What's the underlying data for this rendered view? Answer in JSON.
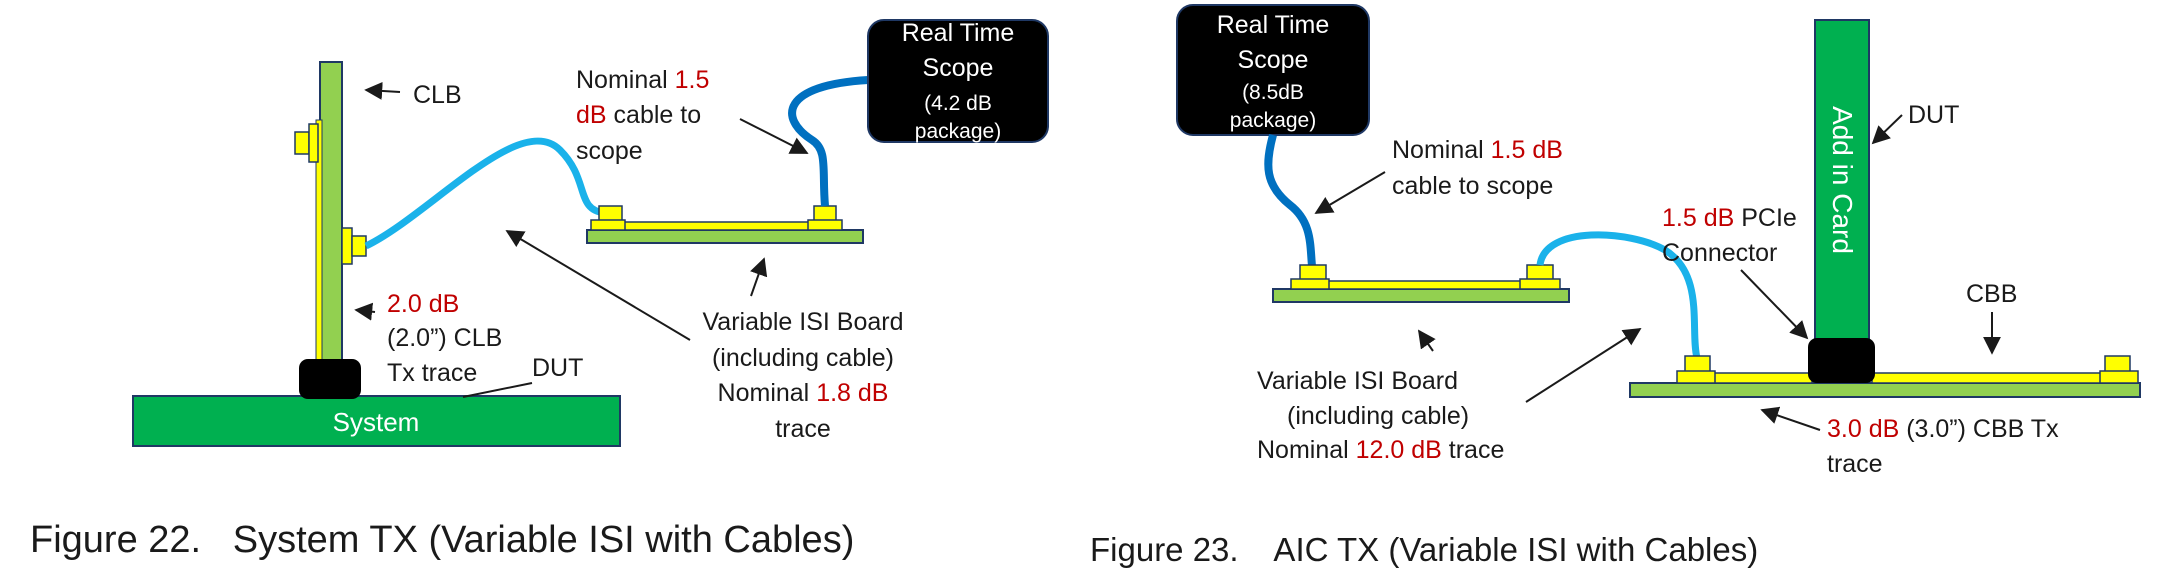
{
  "figure22": {
    "caption": "Figure 22.   System TX (Variable ISI with Cables)",
    "clb_label": "CLB",
    "dut_label": "DUT",
    "system_label": "System",
    "clb_trace": {
      "value": "2.0 dB",
      "line2": "(2.0”) CLB",
      "line3": "Tx trace"
    },
    "cable": {
      "pre": "Nominal ",
      "value": "1.5",
      "line2_value": "dB",
      "line2_rest": " cable to",
      "line3": "scope"
    },
    "scope": {
      "line1": "Real Time",
      "line2": "Scope",
      "line3": "(4.2 dB",
      "line4": "package)"
    },
    "isi": {
      "line1": "Variable ISI Board",
      "line2": "(including cable)",
      "pre": "Nominal ",
      "value": "1.8 dB",
      "line4": "trace"
    }
  },
  "figure23": {
    "caption": "Figure 23.    AIC TX (Variable ISI with Cables)",
    "scope": {
      "line1": "Real Time",
      "line2": "Scope",
      "line3": "(8.5dB",
      "line4": "package)"
    },
    "cable": {
      "pre": "Nominal ",
      "value": "1.5 dB",
      "line2": "cable to scope"
    },
    "card_label": "Add in Card",
    "dut_label": "DUT",
    "pcie": {
      "value": "1.5 dB",
      "rest": " PCIe",
      "line2": "Connector"
    },
    "cbb_label": "CBB",
    "isi": {
      "line1": "Variable ISI Board",
      "line2": "(including cable)",
      "pre": "Nominal ",
      "value": "12.0 dB",
      "post": " trace"
    },
    "cbb_trace": {
      "value": "3.0 dB",
      "rest": " (3.0”) CBB Tx",
      "line2": "trace"
    }
  },
  "colors": {
    "board_green": "#00b050",
    "isi_board": "#92d050",
    "connector_yellow": "#ffff00",
    "cable_blue": "#1ab2ea",
    "cable_dark": "#0070c0",
    "label_red": "#c00000",
    "scope_black": "#000000"
  }
}
